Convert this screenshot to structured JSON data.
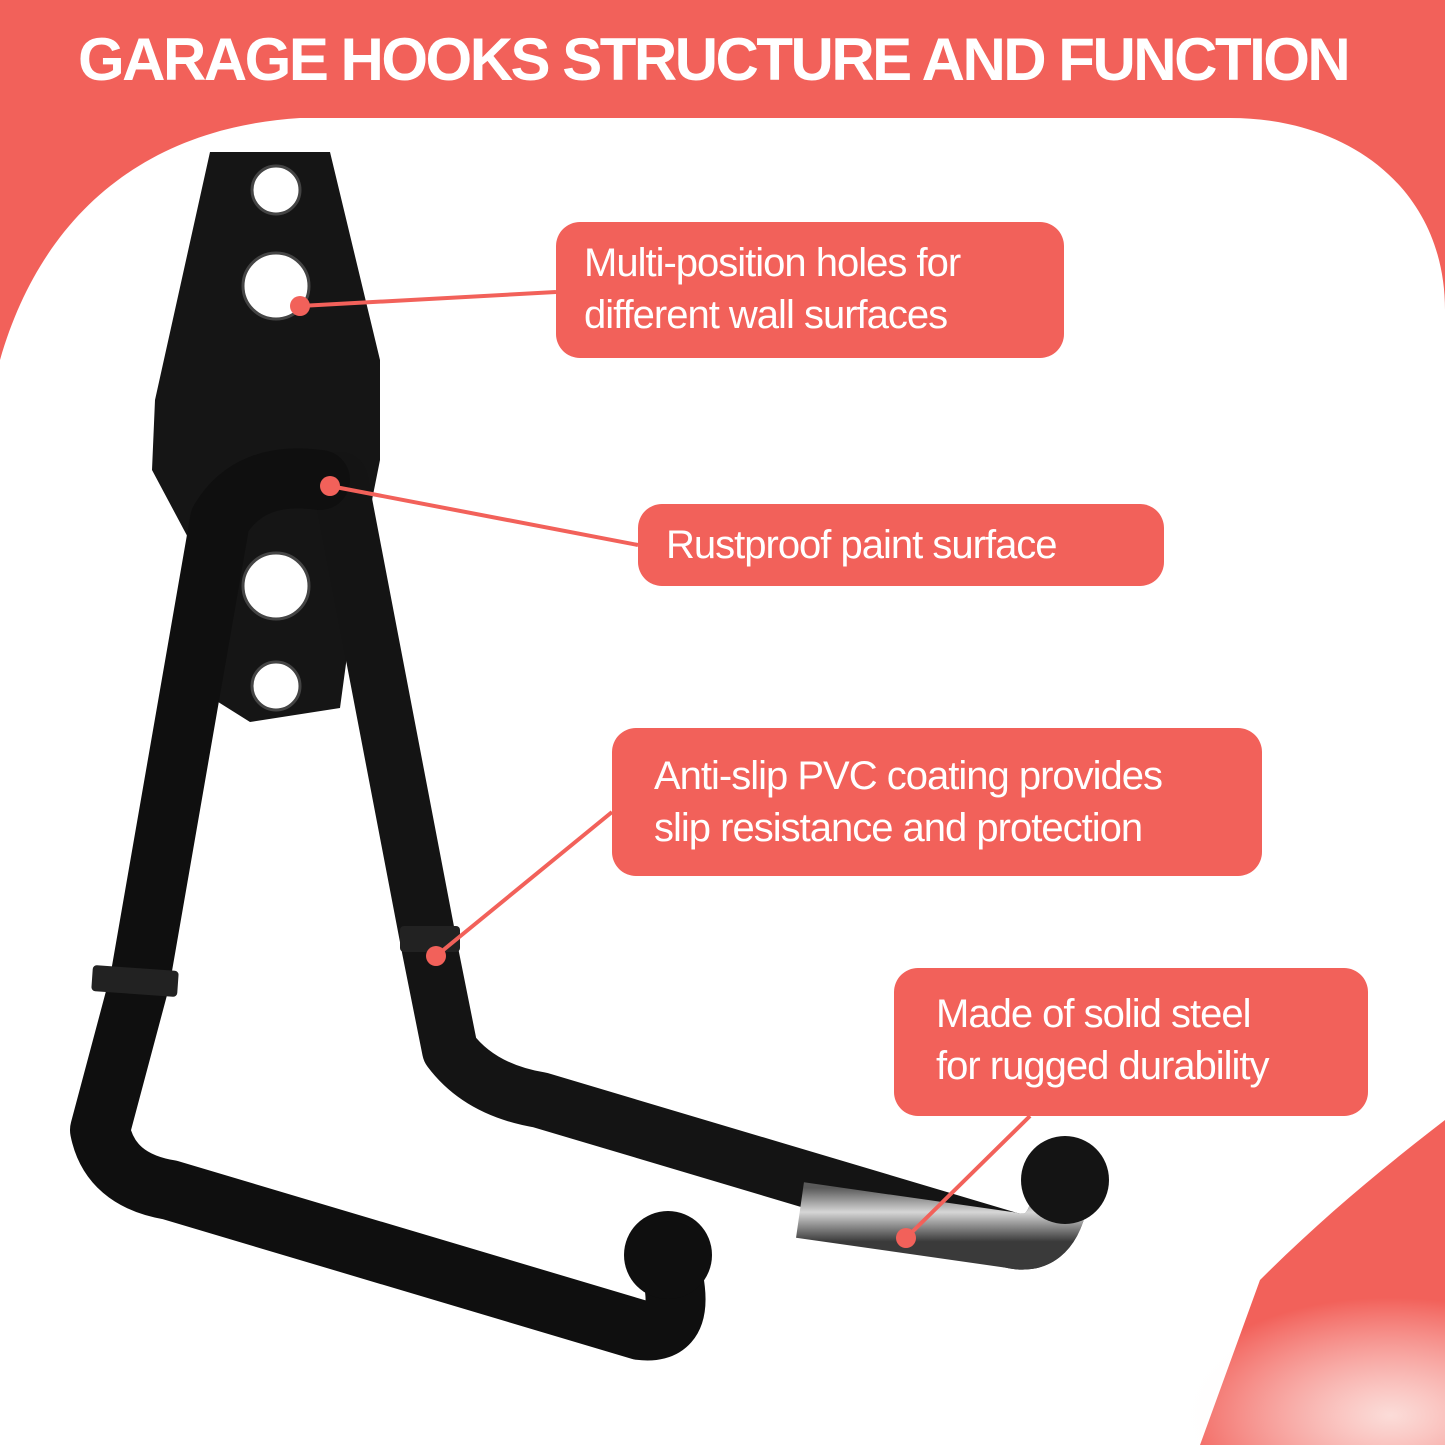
{
  "title": "GARAGE HOOKS STRUCTURE AND FUNCTION",
  "callouts": {
    "holes": {
      "lines": [
        "Multi-position holes for",
        "different wall surfaces"
      ]
    },
    "paint": {
      "lines": [
        "Rustproof paint surface"
      ]
    },
    "pvc": {
      "lines": [
        "Anti-slip PVC coating provides",
        "slip resistance and protection"
      ]
    },
    "steel": {
      "lines": [
        "Made of solid steel",
        "for rugged durability"
      ]
    }
  },
  "colors": {
    "accent": "#f2615a",
    "hook": "#111111",
    "background": "#ffffff"
  },
  "icons": [
    "garage-hook-illustration"
  ]
}
